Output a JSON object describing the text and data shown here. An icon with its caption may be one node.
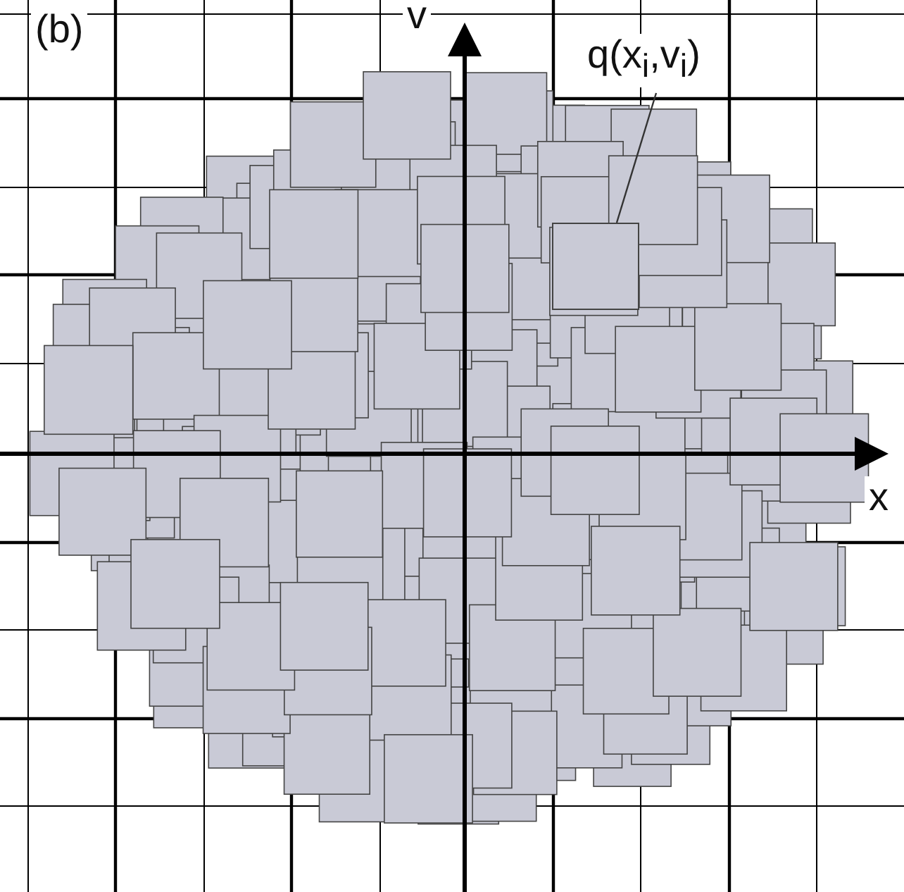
{
  "diagram": {
    "nodes": [
      {
        "text": [
          "q(x$_{i}$,v$_{i}$)"
        ]
      },
      {
        "text": [],
        "shape": "box"
      }
    ],
    "edges": [
      {
        "from": 0,
        "to": 1,
        "arrow": "none"
      }
    ],
    "labels": [
      "(b)",
      "v",
      "x"
    ]
  }
}
